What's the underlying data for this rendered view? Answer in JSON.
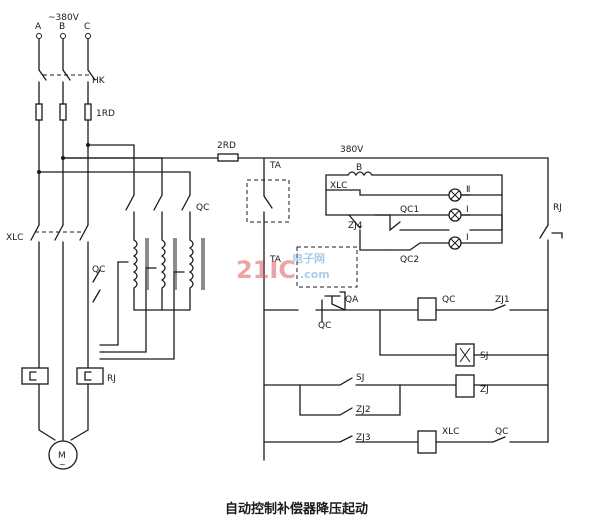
{
  "labels": {
    "supply_voltage": "~380V",
    "phase_a": "A",
    "phase_b": "B",
    "phase_c": "C",
    "hk": "HK",
    "fuse_1rd": "1RD",
    "fuse_2rd": "2RD",
    "control_voltage": "380V",
    "xlc_left": "XLC",
    "qc_main": "QC",
    "qc_mid": "QC",
    "rj_left": "RJ",
    "rj_right": "RJ",
    "motor": "M",
    "motor_sub": "~",
    "ta": "TA",
    "transformer_b": "B",
    "xlc_lamp": "XLC",
    "zj4_top": "ZJ4",
    "qc1": "QC1",
    "qc2": "QC2",
    "lamp_h": "Ⅱ",
    "lamp_mid": "Ⅰ",
    "lamp_low": "I",
    "ta_low": "TA",
    "qa": "QA",
    "qc_hold": "QC",
    "qc_coil": "QC",
    "zj1": "ZJ1",
    "sj_coil": "SJ",
    "sj_contact": "SJ",
    "zj2": "ZJ2",
    "zj_coil": "ZJ",
    "zj3": "ZJ3",
    "xlc_coil": "XLC",
    "qc_nc": "QC"
  },
  "caption": "自动控制补偿器降压起动",
  "watermark": {
    "main": "21IC",
    "cn": "电子网",
    "url": ".com"
  }
}
